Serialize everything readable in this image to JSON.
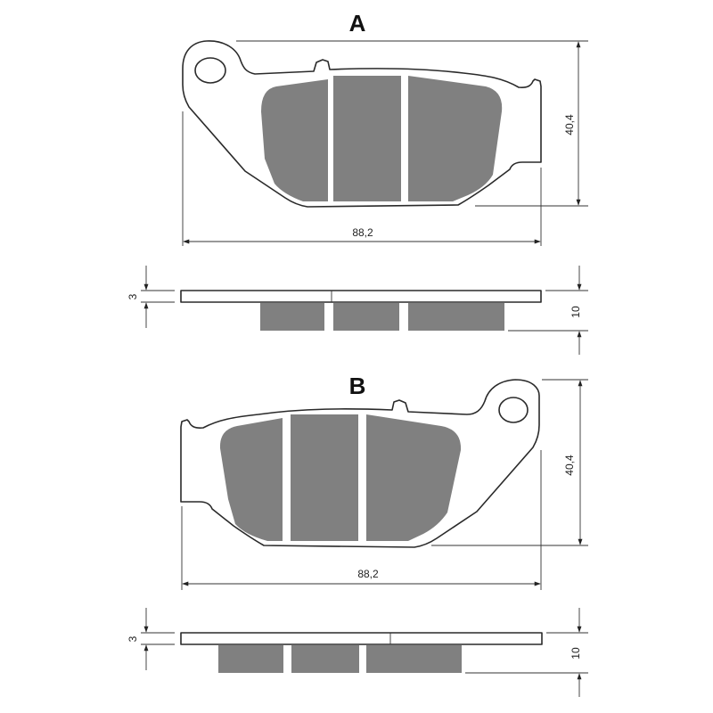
{
  "pads": {
    "a": {
      "letter": "A",
      "length": "88,2",
      "height": "40,4",
      "thickness_plate": "3",
      "thickness_total": "10"
    },
    "b": {
      "letter": "B",
      "length": "88,2",
      "height": "40,4",
      "thickness_plate": "3",
      "thickness_total": "10"
    }
  },
  "colors": {
    "friction_material": "#808080",
    "outline": "#2a2a2a",
    "background": "#ffffff"
  }
}
